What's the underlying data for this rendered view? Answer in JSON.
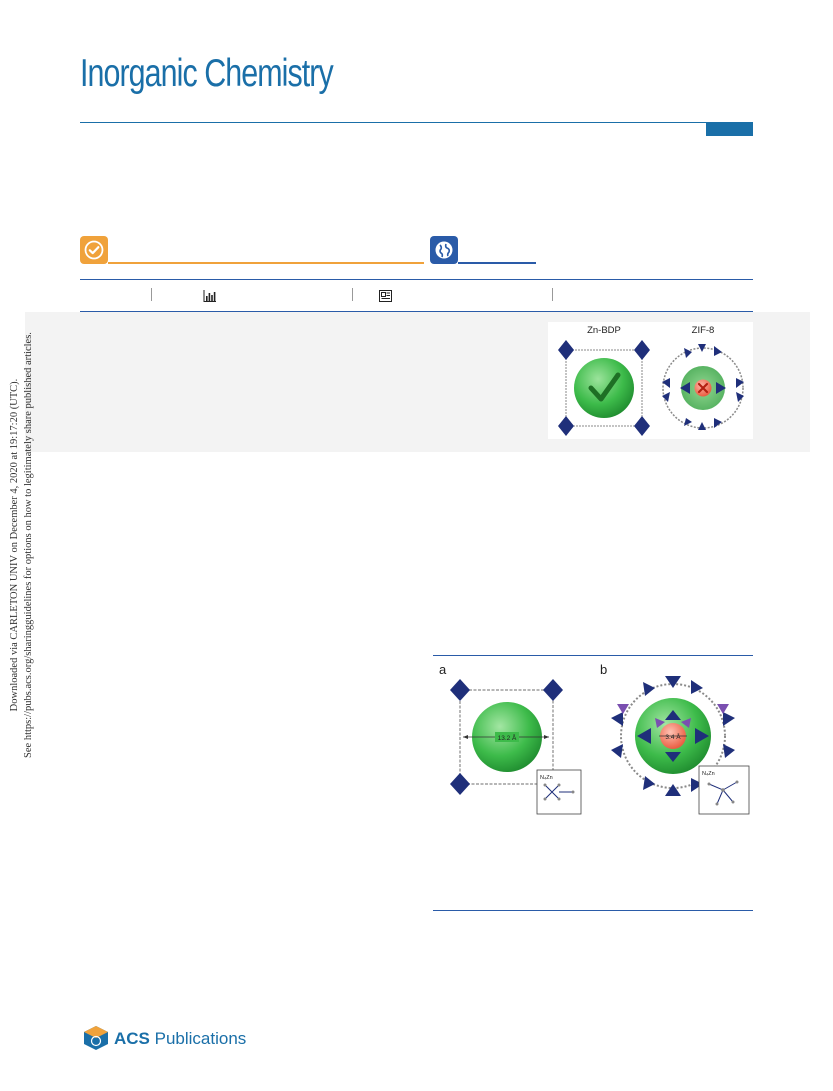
{
  "header": {
    "journal": "Inorganic Chemistry"
  },
  "sidebar": {
    "line1": "Downloaded via CARLETON UNIV on December 4, 2020 at 19:17:20 (UTC).",
    "line2": "See https://pubs.acs.org/sharingguidelines for options on how to legitimately share published articles."
  },
  "toc_graphic": {
    "left_label": "Zn-BDP",
    "right_label": "ZIF-8"
  },
  "figure": {
    "panel_a_label": "a",
    "panel_b_label": "b",
    "panel_a_dimension": "13.2 Å",
    "panel_b_dimension": "3.4 Å",
    "panel_a_inset": "N₄Zn",
    "panel_b_inset": "N₄Zn"
  },
  "footer": {
    "publisher_prefix": "ACS",
    "publisher_suffix": " Publications"
  },
  "colors": {
    "brand_blue": "#1a6fa8",
    "accent_orange": "#f0a23b",
    "accent_navy": "#2a5ba8",
    "framework_blue": "#1f2f7a",
    "pore_green": "#3dbb4a",
    "pore_red": "#e8563a"
  }
}
